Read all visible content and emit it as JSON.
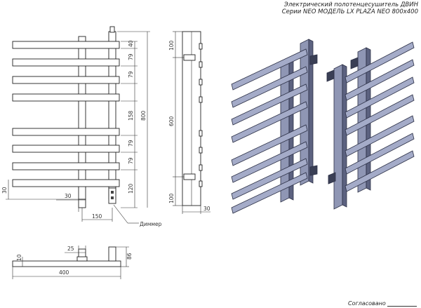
{
  "title": {
    "line1": "Электрический полотенцесушитель ДВИН",
    "line2": "Серии NEO МОДЕЛЬ LX PLAZA NEO 800х400"
  },
  "front_view": {
    "dims_right": [
      "40",
      "79",
      "79",
      "158",
      "79",
      "79",
      "120"
    ],
    "overall_height": "800",
    "dim_left_30": "30",
    "dim_bottom_30": "30",
    "dim_width_150": "150",
    "dimmer_label": "Диммер"
  },
  "side_view": {
    "dim_top": "100",
    "dim_middle": "600",
    "dim_bottom": "100",
    "dim_depth": "30"
  },
  "top_view": {
    "dim_25": "25",
    "dim_10": "10",
    "dim_86": "86",
    "dim_400": "400"
  },
  "footer": {
    "approval": "Согласовано"
  },
  "colors": {
    "iso_fill": "#9aa1bf",
    "iso_dark": "#3a3f55",
    "line": "#222222"
  }
}
